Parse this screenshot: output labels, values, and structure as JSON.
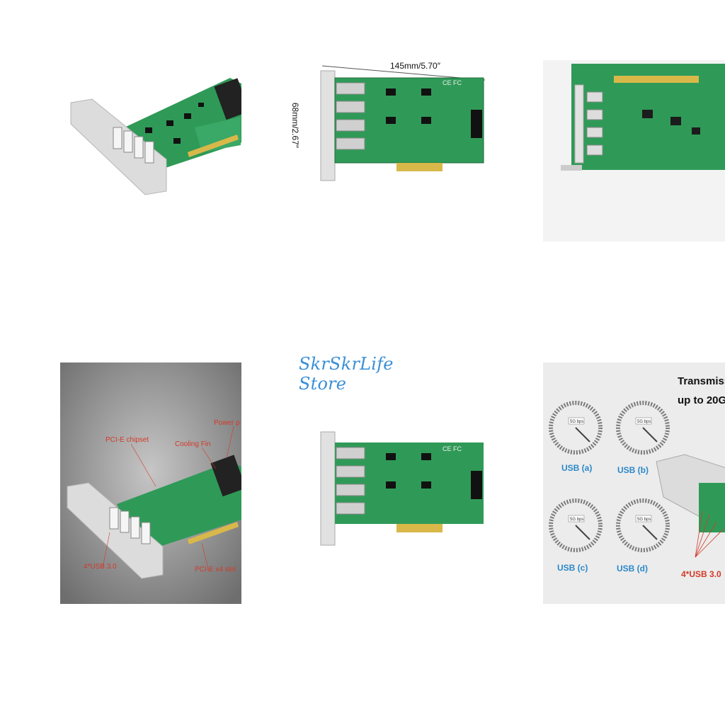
{
  "store": {
    "name": "SkrSkrLife Store"
  },
  "tile2": {
    "width_label": "145mm/5.70″",
    "height_label": "68mm/2.67″"
  },
  "tile4": {
    "labels": {
      "hub": "PCI-E chipset",
      "cooling": "Cooling Fin",
      "power": "Power p",
      "usb": "4*USB 3.0",
      "pcie": "PCI-E x4 slot"
    }
  },
  "tile6": {
    "headline1": "Transmiss",
    "headline2": "up to 20G",
    "gauge_value_label": "5G bps",
    "usb_a": "USB   (a)",
    "usb_b": "USB   (b)",
    "usb_c": "USB  (c)",
    "usb_d": "USB  (d)",
    "usb30": "4*USB 3.0"
  },
  "colors": {
    "pcb_green": "#2f9a57",
    "gold_contacts": "#d9b84a",
    "store_blue": "#3a8fd6",
    "label_red": "#d23a2a"
  }
}
